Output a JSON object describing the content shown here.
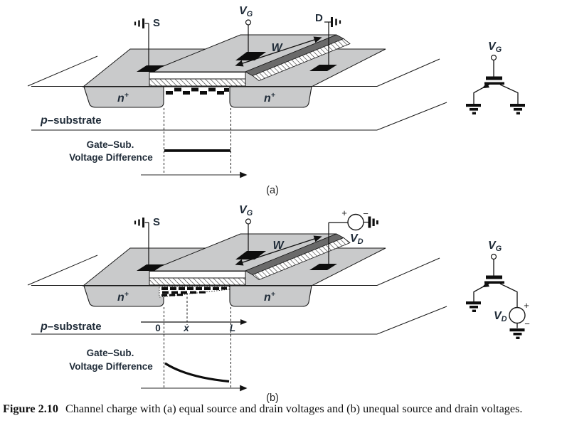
{
  "figure": {
    "caption": {
      "label": "Figure 2.10",
      "text": "Channel charge with (a) equal source and drain voltages and (b) unequal source and drain voltages."
    },
    "part_a": {
      "tag": "(a)",
      "source_label": "S",
      "drain_label": "D",
      "gate_v": "V",
      "gate_sub": "G",
      "width_label": "W",
      "n_left": "n",
      "n_left_sup": "+",
      "n_right": "n",
      "n_right_sup": "+",
      "substrate_p": "p",
      "substrate_text": "–substrate",
      "plot_title_1": "Gate–Sub.",
      "plot_title_2": "Voltage Difference"
    },
    "part_b": {
      "tag": "(b)",
      "source_label": "S",
      "gate_v": "V",
      "gate_sub": "G",
      "width_label": "W",
      "drain_v": "V",
      "drain_sub": "D",
      "drain_plus": "+",
      "drain_minus": "−",
      "n_left": "n",
      "n_left_sup": "+",
      "n_right": "n",
      "n_right_sup": "+",
      "substrate_p": "p",
      "substrate_text": "–substrate",
      "axis_zero": "0",
      "axis_x": "x",
      "axis_l": "L",
      "plot_title_1": "Gate–Sub.",
      "plot_title_2": "Voltage Difference"
    },
    "circuit_a": {
      "gate_v": "V",
      "gate_sub": "G"
    },
    "circuit_b": {
      "gate_v": "V",
      "gate_sub": "G",
      "vd_v": "V",
      "vd_sub": "D",
      "plus": "+",
      "minus": "−"
    }
  },
  "colors": {
    "surface_gray": "#c9cacb",
    "gate_edge_dark": "#6a6a6a",
    "contact_black": "#0d0d0d",
    "ink": "#1a1a1a",
    "label_ink": "#1f2b38"
  }
}
